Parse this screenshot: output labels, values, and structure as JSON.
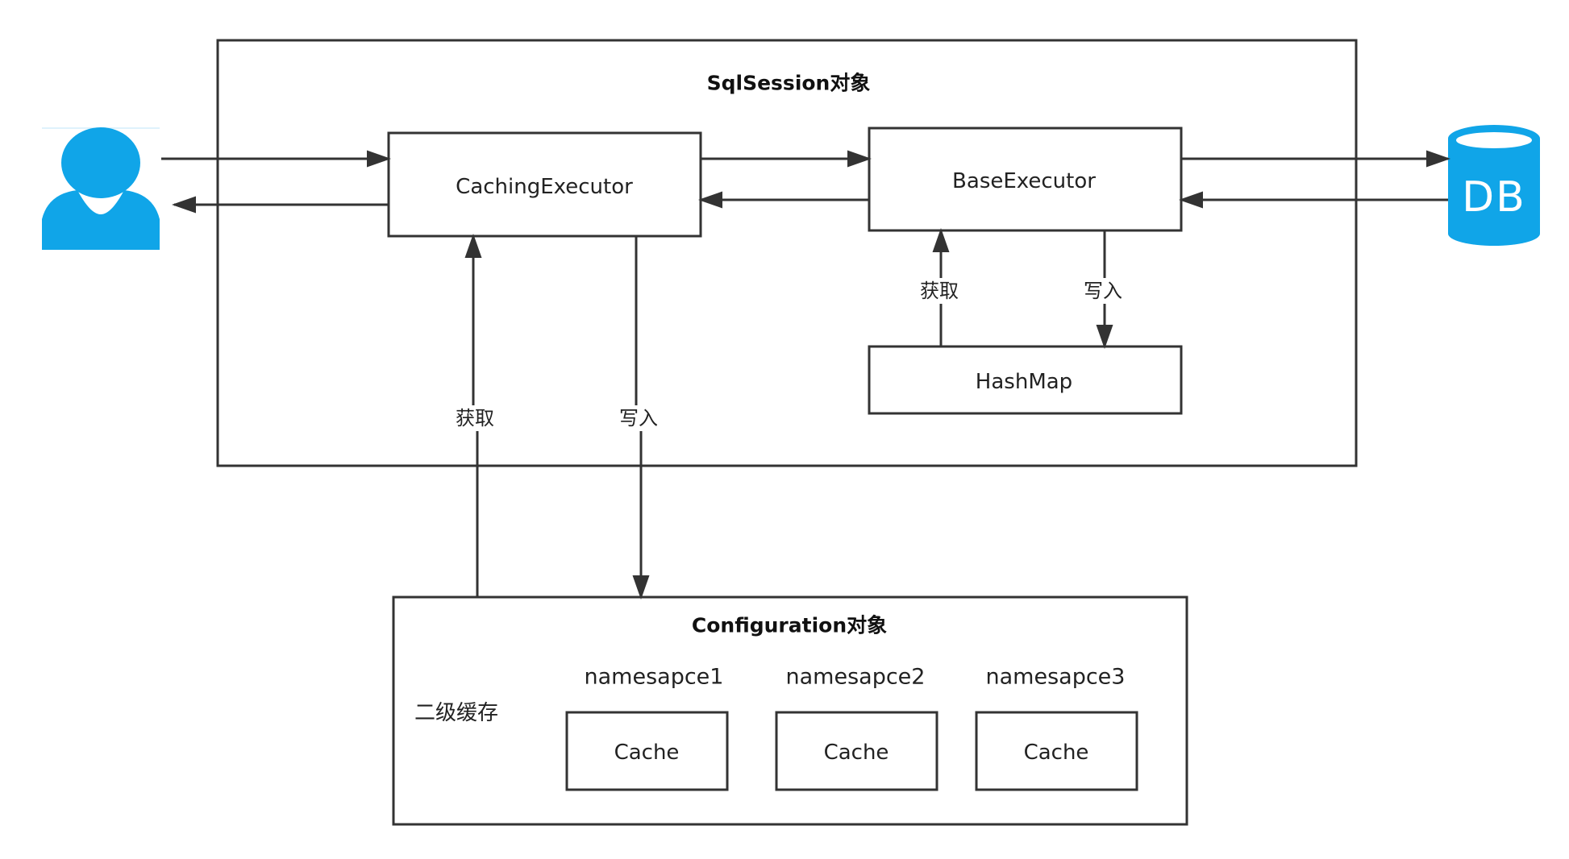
{
  "sqlsession": {
    "title": "SqlSession对象"
  },
  "configuration": {
    "title": "Configuration对象",
    "section_label": "二级缓存"
  },
  "nodes": {
    "caching_executor": "CachingExecutor",
    "base_executor": "BaseExecutor",
    "hashmap": "HashMap",
    "db": "DB"
  },
  "edge_labels": {
    "get_l1": "获取",
    "put_l1": "写入",
    "get_l2": "获取",
    "put_l2": "写入"
  },
  "namespaces": [
    {
      "name": "namesapce1",
      "cache": "Cache"
    },
    {
      "name": "namesapce2",
      "cache": "Cache"
    },
    {
      "name": "namesapce3",
      "cache": "Cache"
    }
  ],
  "colors": {
    "user_icon": "#10a5e8",
    "db_icon": "#10a5e8",
    "line": "#333333"
  },
  "icons": {
    "user": "user-icon",
    "database": "database-icon"
  }
}
